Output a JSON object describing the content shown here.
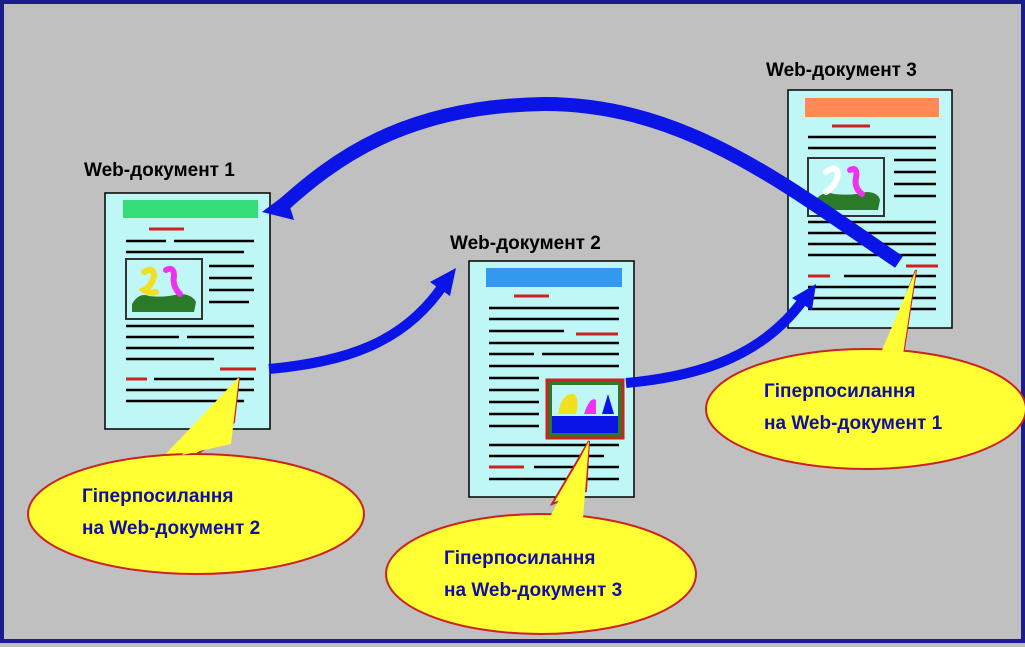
{
  "documents": [
    {
      "title": "Web-документ 1",
      "header_color": "#33dd77"
    },
    {
      "title": "Web-документ 2",
      "header_color": "#3399ee"
    },
    {
      "title": "Web-документ 3",
      "header_color": "#ff8855"
    }
  ],
  "callouts": [
    {
      "line1": "Гіперпосилання",
      "line2": "на Web-документ 2"
    },
    {
      "line1": "Гіперпосилання",
      "line2": "на Web-документ 3"
    },
    {
      "line1": "Гіперпосилання",
      "line2": "на Web-документ 1"
    }
  ],
  "colors": {
    "background": "#c0c0c0",
    "border": "#1c1c8c",
    "page": "#bff7f7",
    "text_line": "#000000",
    "link_line": "#cc2222",
    "arrow": "#0a14e6",
    "callout_fill": "#ffff33",
    "callout_text": "#1010a0"
  }
}
